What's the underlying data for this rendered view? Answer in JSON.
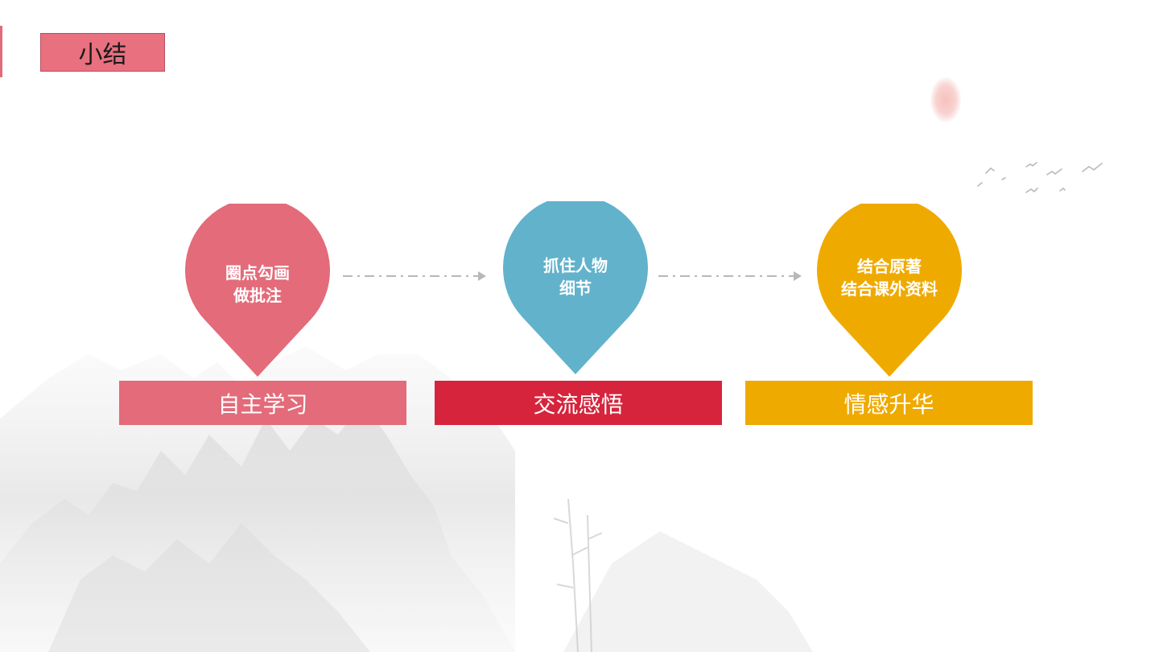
{
  "header": {
    "title": "小结"
  },
  "steps": [
    {
      "pin_lines": [
        "圈点勾画",
        "做批注"
      ],
      "bar_label": "自主学习",
      "pin_color": "#e36b7a",
      "bar_color": "#e36b7a"
    },
    {
      "pin_lines": [
        "抓住人物",
        "细节"
      ],
      "bar_label": "交流感悟",
      "pin_color": "#62b2cb",
      "bar_color": "#d6243c"
    },
    {
      "pin_lines": [
        "结合原著",
        "结合课外资料"
      ],
      "bar_label": "情感升华",
      "pin_color": "#efaa00",
      "bar_color": "#efaa00"
    }
  ],
  "icons": {
    "arrow": "dashed-arrow-icon",
    "birds": "flying-birds-icon",
    "sun": "red-sun-icon"
  }
}
